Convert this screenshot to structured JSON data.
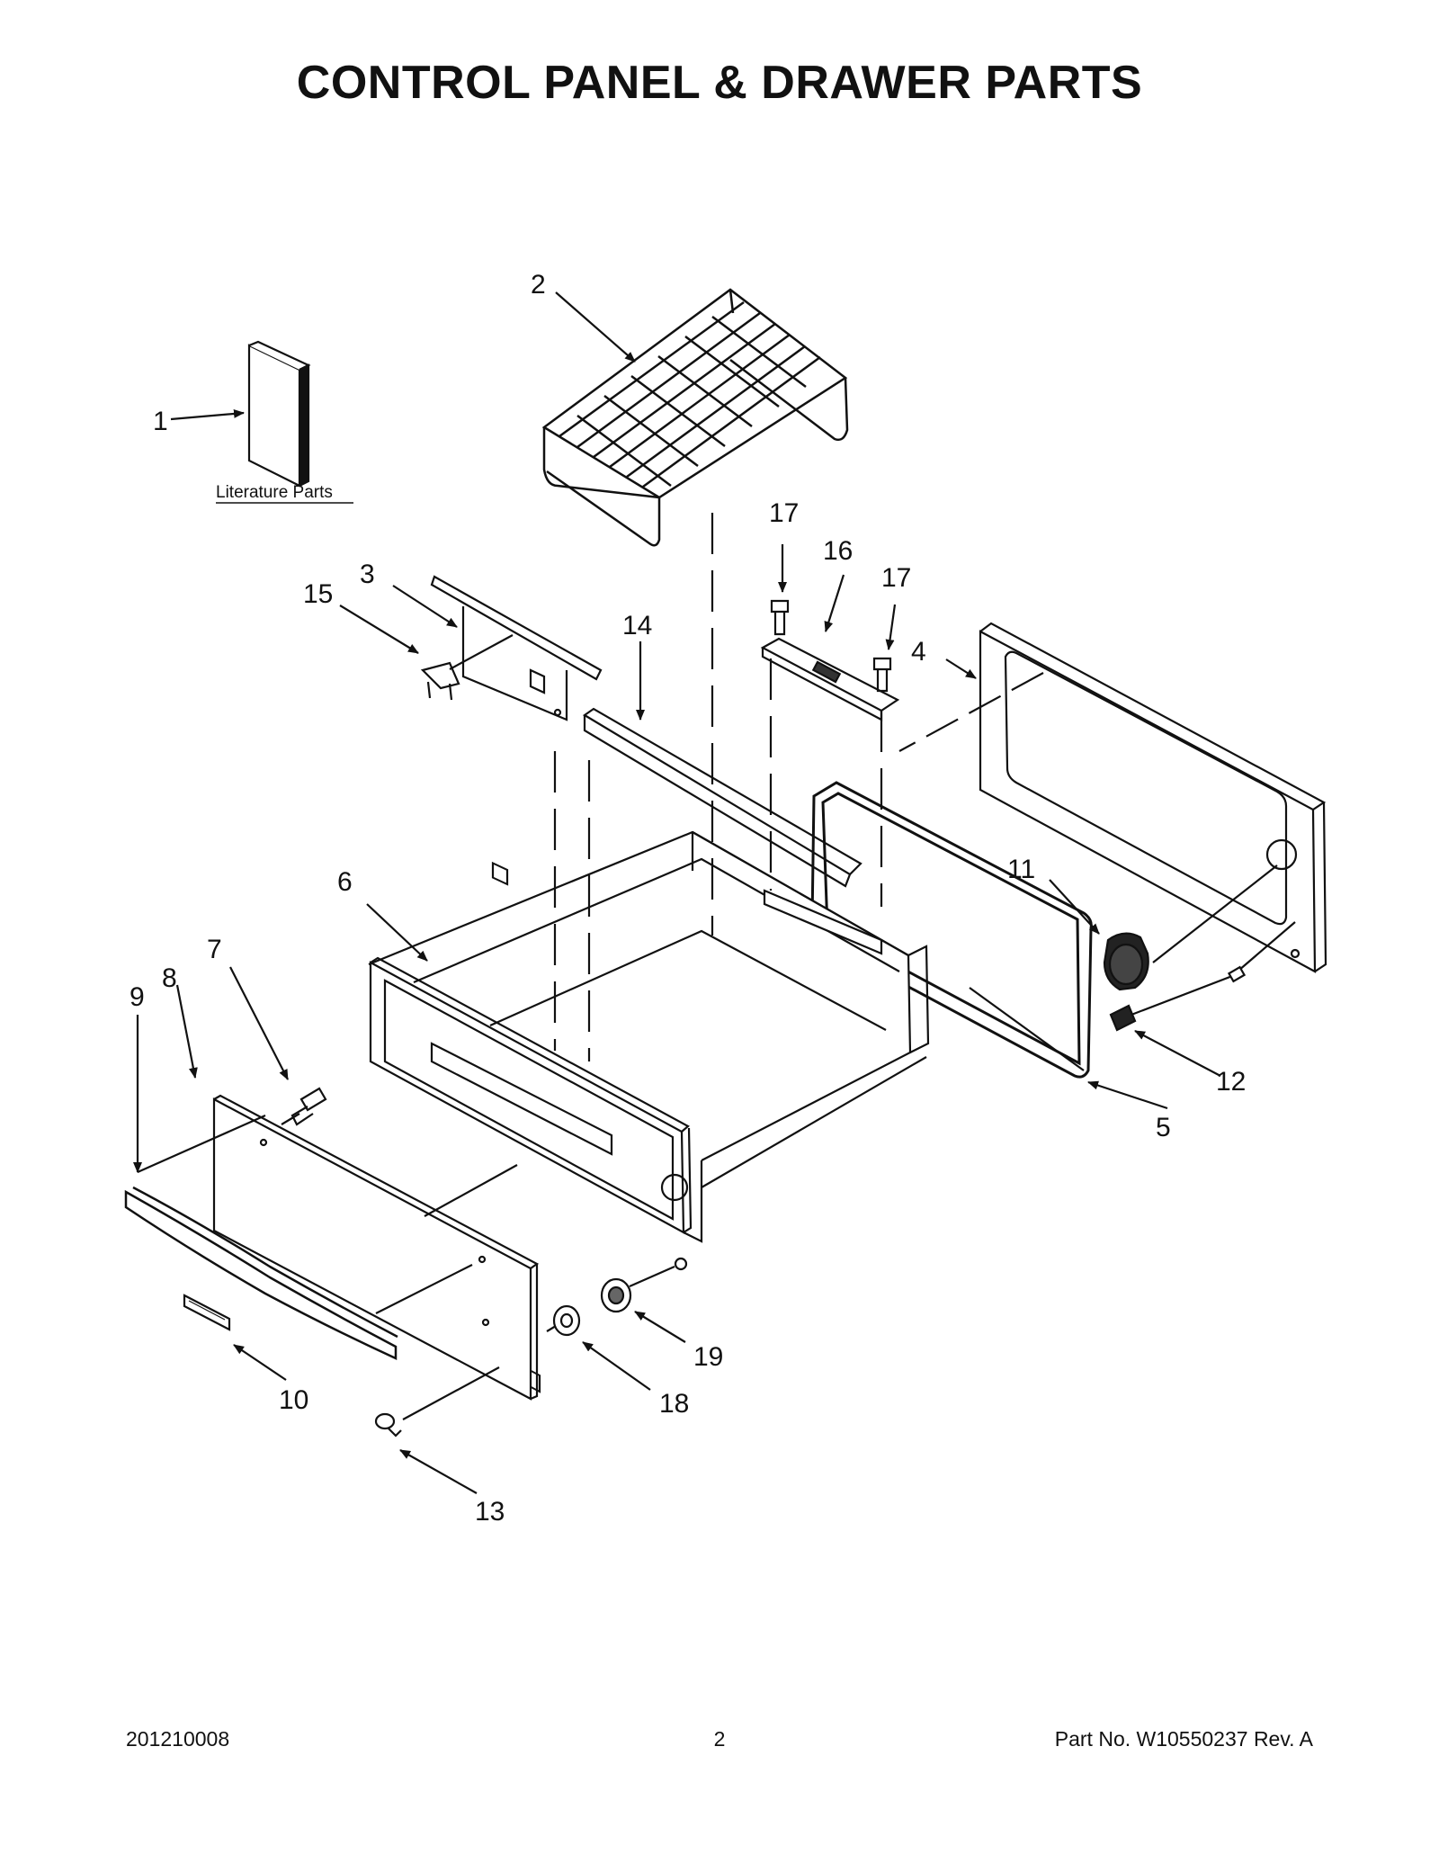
{
  "title": "CONTROL PANEL & DRAWER PARTS",
  "literature_label": "Literature Parts",
  "callouts": {
    "c1": "1",
    "c2": "2",
    "c3": "3",
    "c4": "4",
    "c5": "5",
    "c6": "6",
    "c7": "7",
    "c8": "8",
    "c9": "9",
    "c10": "10",
    "c11": "11",
    "c12": "12",
    "c13": "13",
    "c14": "14",
    "c15": "15",
    "c16": "16",
    "c17a": "17",
    "c17b": "17",
    "c18": "18",
    "c19": "19"
  },
  "footer": {
    "left": "201210008",
    "center": "2",
    "right": "Part No.  W10550237   Rev.  A"
  }
}
